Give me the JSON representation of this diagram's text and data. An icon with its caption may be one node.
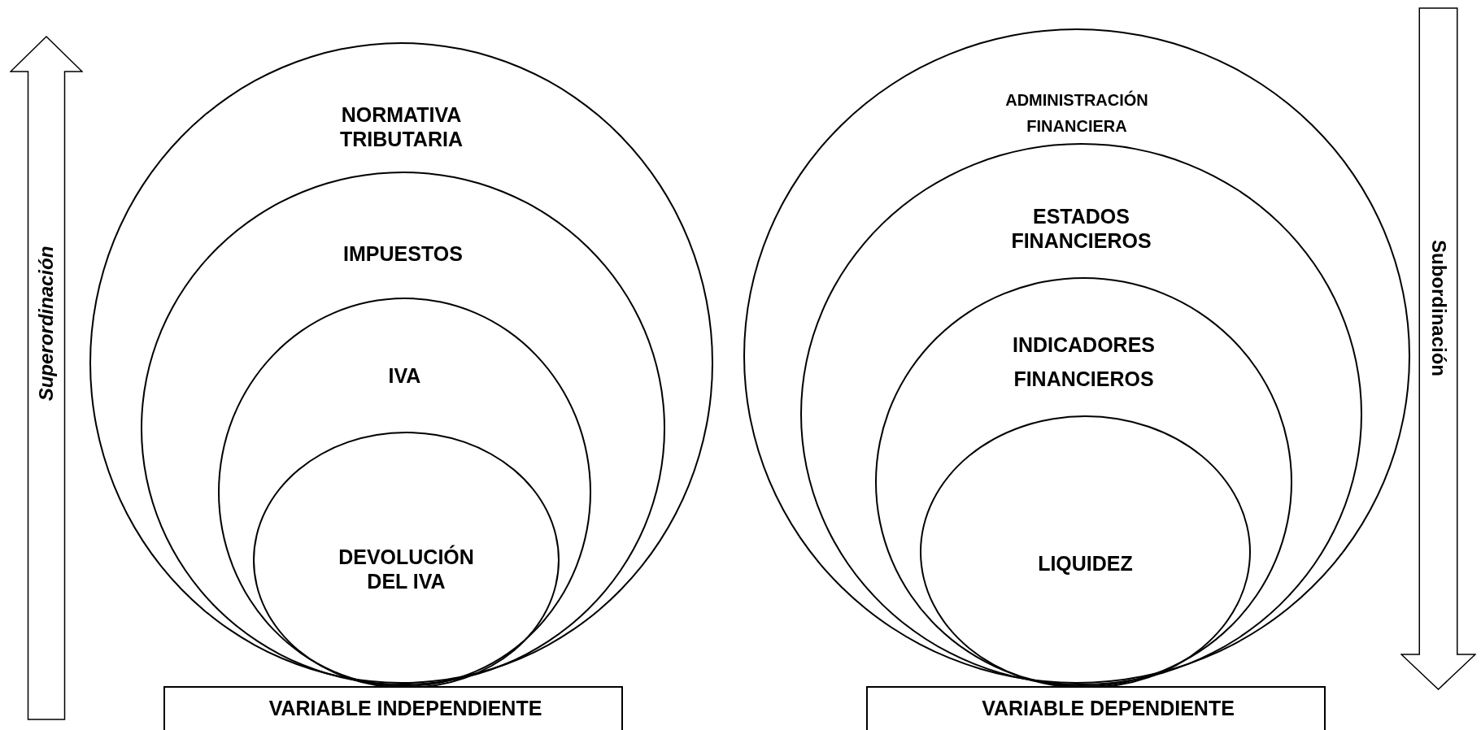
{
  "diagram": {
    "nodes": [
      {
        "text": [
          "NORMATIVA TRIBUTARIA"
        ]
      },
      {
        "text": [
          "IMPUESTOS"
        ],
        "in": 0
      },
      {
        "text": [
          "IVA"
        ],
        "in": 1
      },
      {
        "text": [
          "DEVOLUCIÓN DEL IVA"
        ],
        "in": 2
      },
      {
        "text": [
          "VARIABLE INDEPENDIENTE"
        ]
      },
      {
        "text": [
          "ADMINISTRACIÓN FINANCIERA"
        ]
      },
      {
        "text": [
          "ESTADOS FINANCIEROS"
        ],
        "in": 5
      },
      {
        "text": [
          "INDICADORES FINANCIEROS"
        ],
        "in": 6
      },
      {
        "text": [
          "LIQUIDEZ"
        ],
        "in": 7
      },
      {
        "text": [
          "VARIABLE DEPENDIENTE"
        ]
      },
      {
        "text": [
          "Superordinación"
        ]
      },
      {
        "text": [
          "Subordinación"
        ]
      }
    ],
    "edges": []
  }
}
